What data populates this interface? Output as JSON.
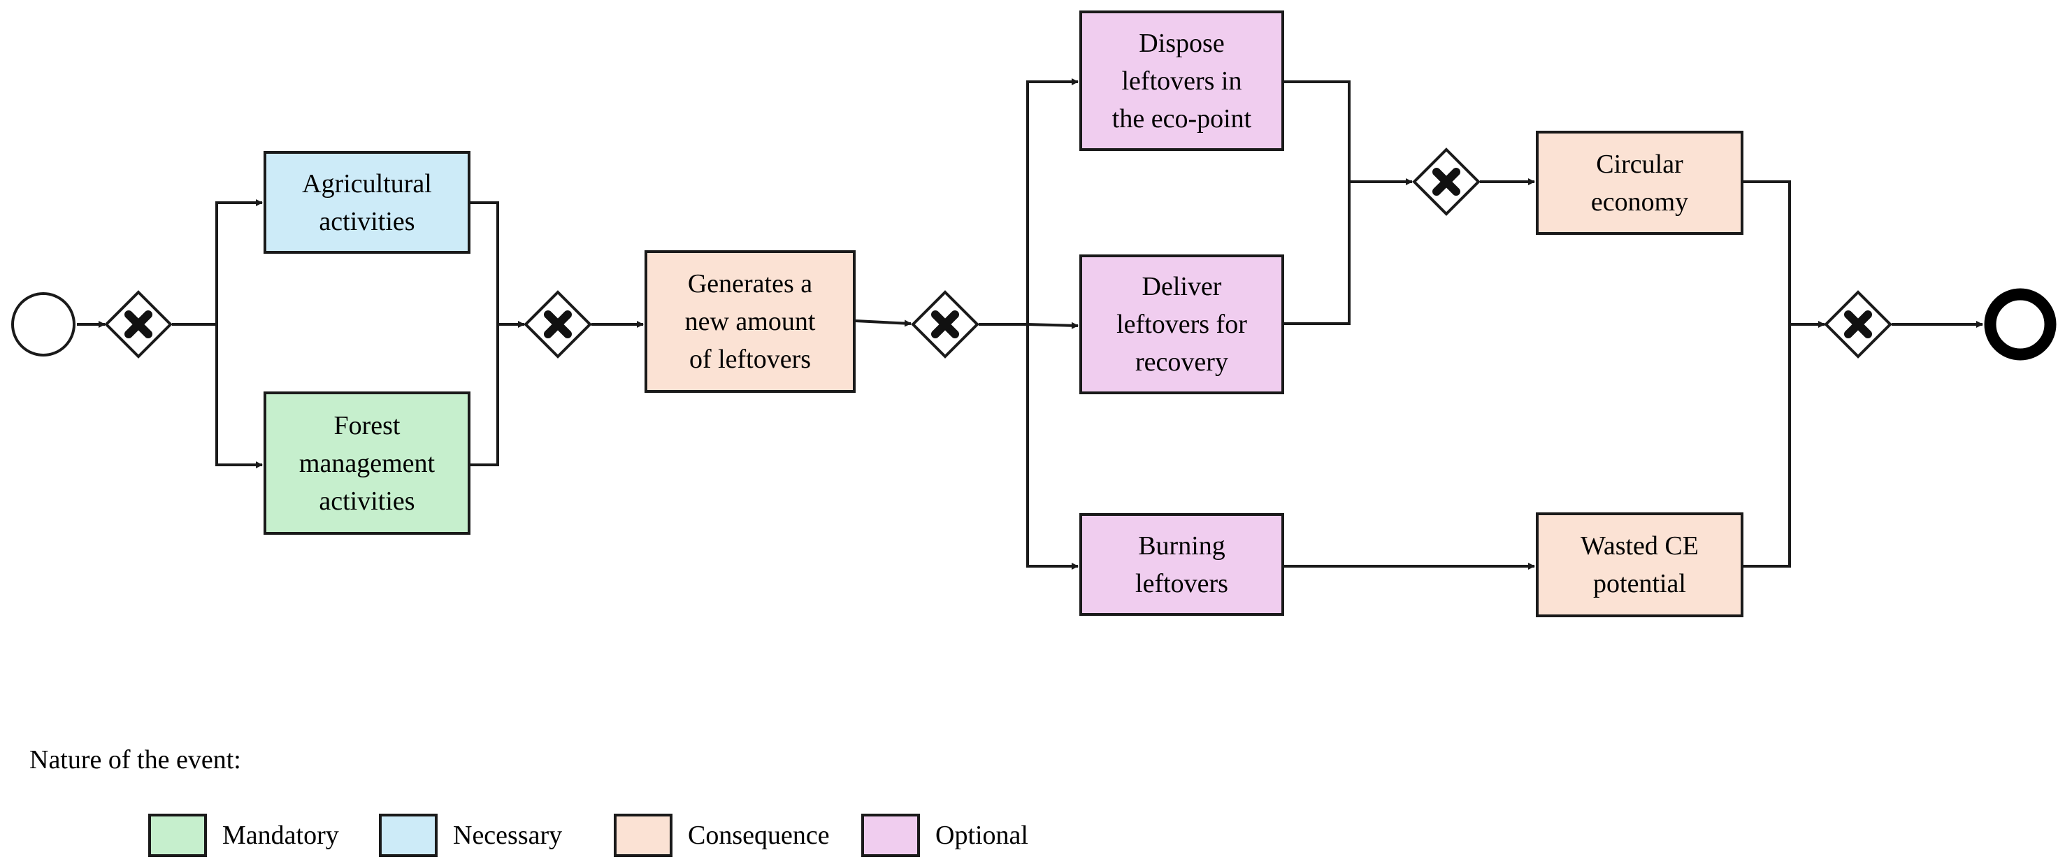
{
  "nodes": [
    {
      "id": "agri",
      "label": "Agricultural\nactivities",
      "category": "necessary"
    },
    {
      "id": "forest",
      "label": "Forest\nmanagement\nactivities",
      "category": "mandatory"
    },
    {
      "id": "generates",
      "label": "Generates a\nnew amount\nof leftovers",
      "category": "consequence"
    },
    {
      "id": "dispose",
      "label": "Dispose\nleftovers in\nthe eco-point",
      "category": "optional"
    },
    {
      "id": "deliver",
      "label": "Deliver\nleftovers for\nrecovery",
      "category": "optional"
    },
    {
      "id": "burning",
      "label": "Burning\nleftovers",
      "category": "optional"
    },
    {
      "id": "circular",
      "label": "Circular\neconomy",
      "category": "consequence"
    },
    {
      "id": "wasted",
      "label": "Wasted CE\npotential",
      "category": "consequence"
    }
  ],
  "gateways": [
    "gw1",
    "gw2",
    "gw3",
    "gw4",
    "gw5"
  ],
  "events": [
    "start",
    "end"
  ],
  "legend": {
    "title": "Nature of the event:",
    "items": [
      {
        "label": "Mandatory",
        "color": "#c6efcd"
      },
      {
        "label": "Necessary",
        "color": "#cdebf8"
      },
      {
        "label": "Consequence",
        "color": "#fbe2d4"
      },
      {
        "label": "Optional",
        "color": "#f0cdef"
      }
    ]
  },
  "colors": {
    "mandatory": "#c6efcd",
    "necessary": "#cdebf8",
    "consequence": "#fbe2d4",
    "optional": "#f0cdef",
    "stroke": "#1a1a1a"
  }
}
